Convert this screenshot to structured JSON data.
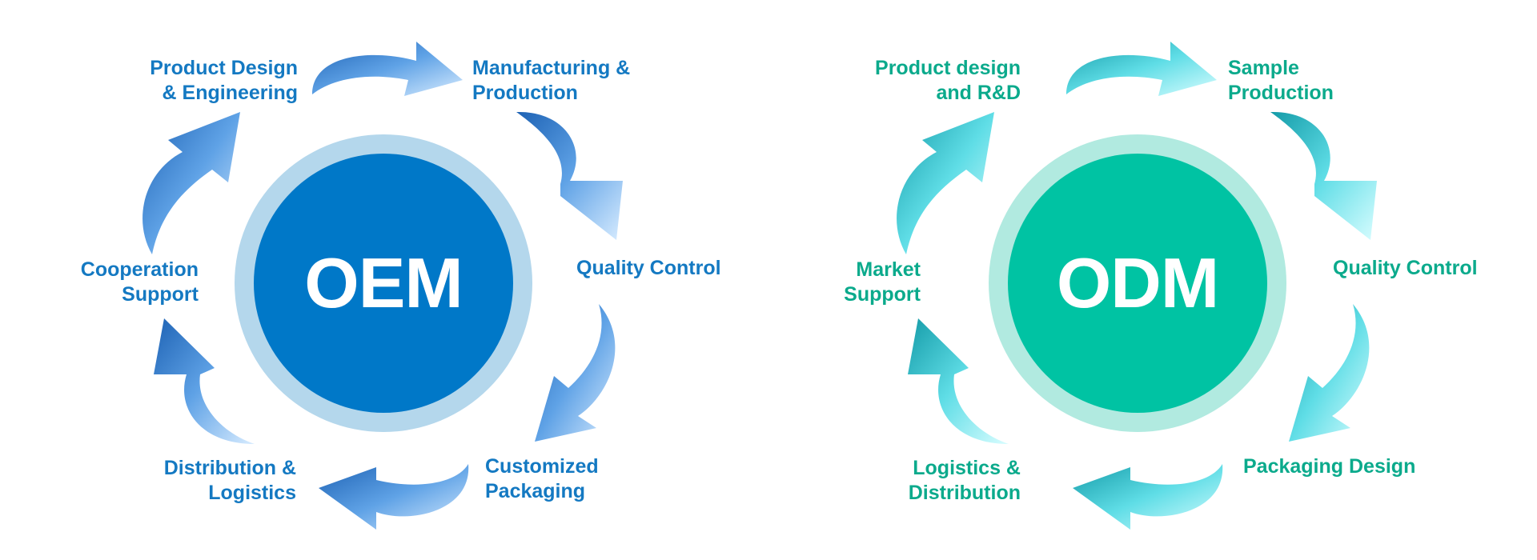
{
  "colors": {
    "oem_text": "#1479C2",
    "oem_core": "#0078C8",
    "oem_ring": "#B4D7EC",
    "odm_text": "#0BAA8C",
    "odm_core": "#00C3A3",
    "odm_ring": "#B1EAE0"
  },
  "oem": {
    "center": "OEM",
    "labels": {
      "design": [
        "Product Design",
        "& Engineering"
      ],
      "manufacturing": [
        "Manufacturing &",
        "Production"
      ],
      "quality": [
        "Quality Control"
      ],
      "packaging": [
        "Customized",
        "Packaging"
      ],
      "distribution": [
        "Distribution &",
        "Logistics"
      ],
      "cooperation": [
        "Cooperation",
        "Support"
      ]
    }
  },
  "odm": {
    "center": "ODM",
    "labels": {
      "design": [
        "Product design",
        "and R&D"
      ],
      "sample": [
        "Sample",
        "Production"
      ],
      "quality": [
        "Quality Control"
      ],
      "packaging": [
        "Packaging Design"
      ],
      "logistics": [
        "Logistics &",
        "Distribution"
      ],
      "market": [
        "Market",
        "Support"
      ]
    }
  }
}
